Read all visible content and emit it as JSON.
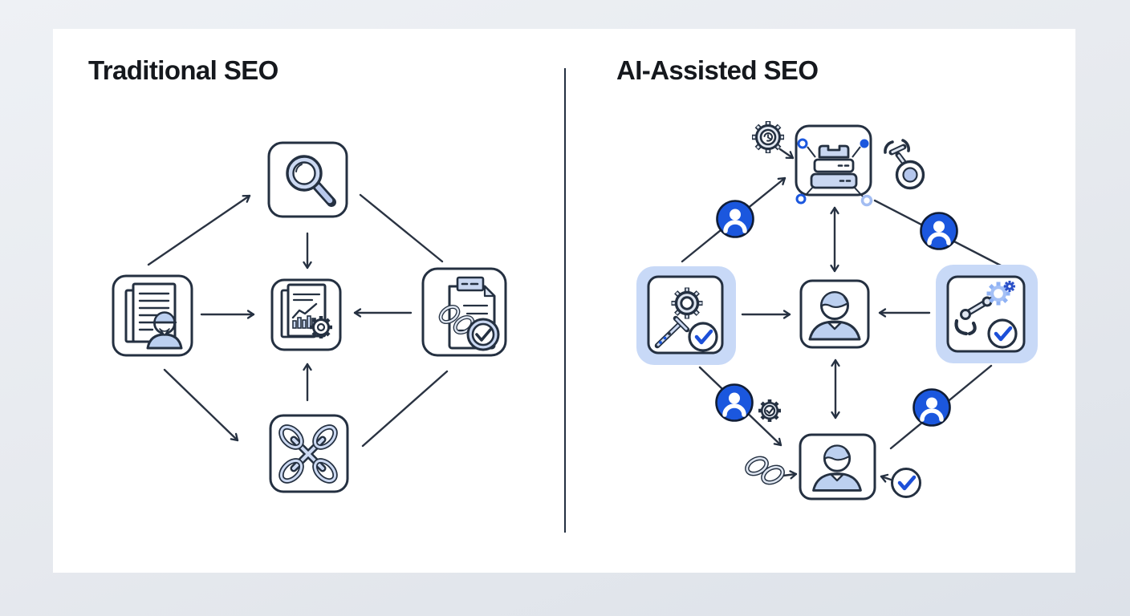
{
  "page": {
    "background": "#e6e9ee",
    "card_background": "#ffffff",
    "divider_color": "#243041"
  },
  "colors": {
    "outline_navy": "#243041",
    "accent_blue": "#1b57de",
    "check_blue": "#1c4fd8",
    "light_blue_fill": "#c9d7f1",
    "node_highlight": "#c8d9f7"
  },
  "panels": {
    "left": {
      "title": "Traditional SEO",
      "nodes": [
        {
          "id": "keyword-search",
          "icon": "magnifier-icon",
          "position": "top"
        },
        {
          "id": "content-writing",
          "icon": "documents-writer-icon",
          "position": "left"
        },
        {
          "id": "analytics-report",
          "icon": "report-chart-gear-icon",
          "position": "center"
        },
        {
          "id": "link-audit",
          "icon": "clipboard-links-check-icon",
          "position": "right"
        },
        {
          "id": "backlinks",
          "icon": "crossed-chain-links-icon",
          "position": "bottom"
        }
      ],
      "edges": [
        {
          "from": "left",
          "to": "top",
          "directed": true
        },
        {
          "from": "top",
          "to": "center",
          "directed": true
        },
        {
          "from": "left",
          "to": "center",
          "directed": true
        },
        {
          "from": "right",
          "to": "center",
          "directed": true
        },
        {
          "from": "bottom",
          "to": "center",
          "directed": true
        },
        {
          "from": "left",
          "to": "bottom",
          "directed": true
        },
        {
          "from": "top",
          "to": "right",
          "directed": false
        },
        {
          "from": "right",
          "to": "bottom",
          "directed": false
        }
      ]
    },
    "right": {
      "title": "AI-Assisted SEO",
      "nodes": [
        {
          "id": "ai-data-server",
          "icon": "ai-server-icon",
          "position": "top"
        },
        {
          "id": "automated-tools",
          "icon": "gear-caliper-check-icon",
          "position": "left",
          "highlighted": true
        },
        {
          "id": "human-reviewer",
          "icon": "person-icon",
          "position": "center"
        },
        {
          "id": "robotic-automation",
          "icon": "robot-arm-gear-check-icon",
          "position": "right",
          "highlighted": true
        },
        {
          "id": "human-editor",
          "icon": "person-icon",
          "position": "bottom"
        }
      ],
      "decorations": [
        {
          "icon": "gear-clock-icon",
          "near": "top-left-of-top-node"
        },
        {
          "icon": "robot-arm-icon",
          "near": "top-right-of-top-node"
        },
        {
          "icon": "user-badge-icon",
          "near": "upper-left-diagonal"
        },
        {
          "icon": "user-badge-icon",
          "near": "upper-right-diagonal"
        },
        {
          "icon": "user-badge-icon",
          "near": "lower-left-diagonal"
        },
        {
          "icon": "user-badge-icon",
          "near": "lower-right-diagonal"
        },
        {
          "icon": "gear-check-icon",
          "near": "lower-left-diagonal"
        },
        {
          "icon": "chain-link-icon",
          "near": "left-of-bottom-node"
        },
        {
          "icon": "check-badge-icon",
          "near": "right-of-bottom-node"
        }
      ],
      "edges": [
        {
          "from": "left",
          "to": "top",
          "directed": true
        },
        {
          "from": "top",
          "to": "center",
          "directed": true,
          "bidirectional": true
        },
        {
          "from": "left",
          "to": "center",
          "directed": true
        },
        {
          "from": "right",
          "to": "center",
          "directed": true
        },
        {
          "from": "center",
          "to": "bottom",
          "directed": true,
          "bidirectional": true
        },
        {
          "from": "left",
          "to": "bottom",
          "directed": true
        },
        {
          "from": "top",
          "to": "right",
          "directed": false
        },
        {
          "from": "right",
          "to": "bottom",
          "directed": false
        }
      ]
    }
  }
}
